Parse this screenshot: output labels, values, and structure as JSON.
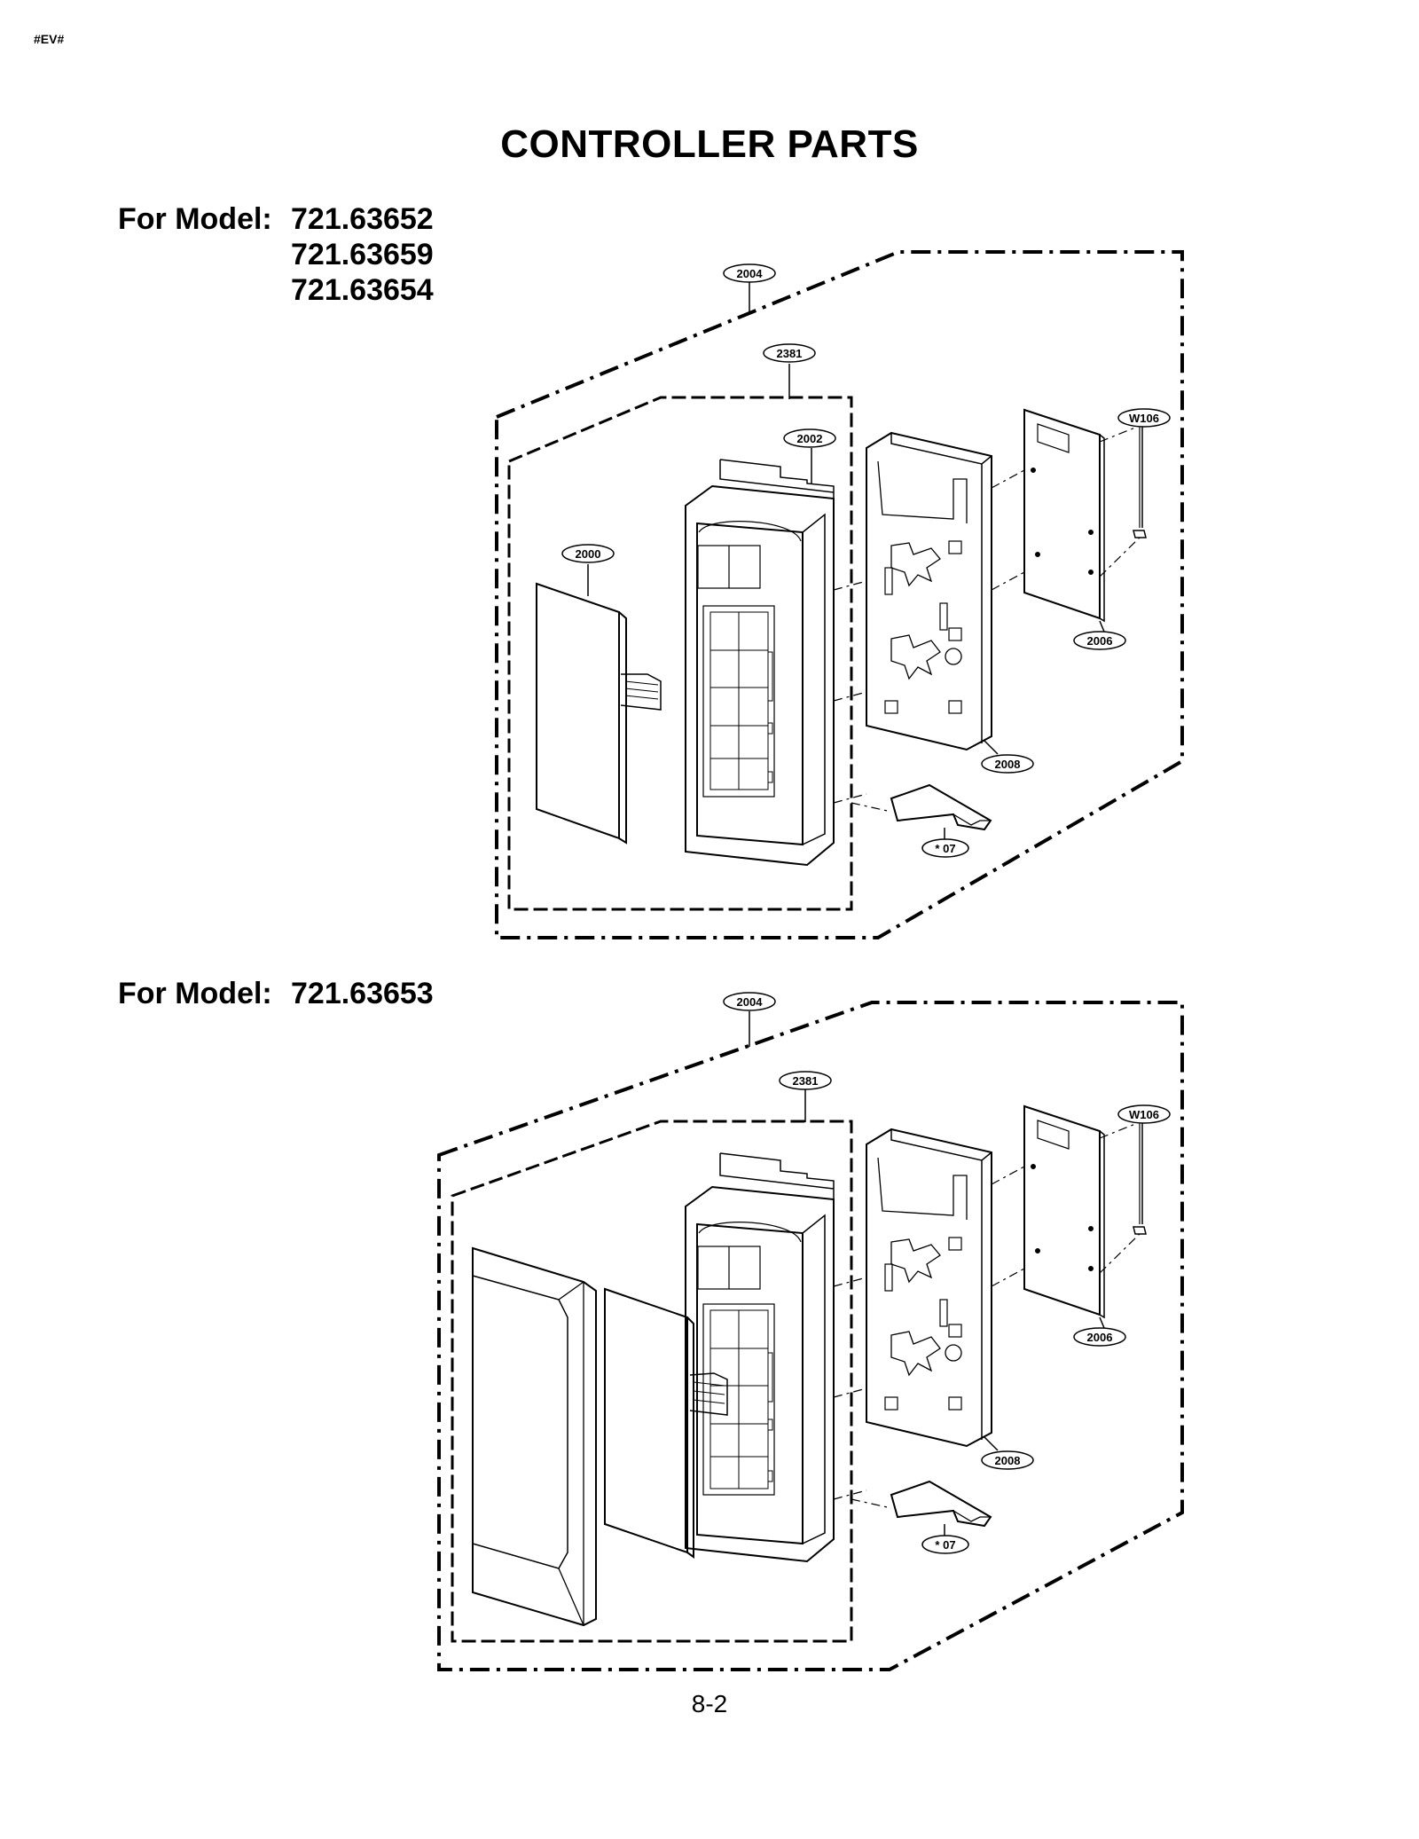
{
  "header": {
    "corner_tag": "#EV#",
    "title": "CONTROLLER PARTS"
  },
  "section1": {
    "label": "For Model:",
    "models": [
      "721.63652",
      "721.63659",
      "721.63654"
    ],
    "callouts": {
      "c2004": "2004",
      "c2381": "2381",
      "c2002": "2002",
      "c2000": "2000",
      "cW106": "W106",
      "c2006": "2006",
      "c2008": "2008",
      "c07": "* 07"
    }
  },
  "section2": {
    "label": "For Model:",
    "models": [
      "721.63653"
    ],
    "callouts": {
      "c2004": "2004",
      "c2381": "2381",
      "cW106": "W106",
      "c2006": "2006",
      "c2008": "2008",
      "c07": "* 07"
    }
  },
  "footer": {
    "page_number": "8-2"
  }
}
